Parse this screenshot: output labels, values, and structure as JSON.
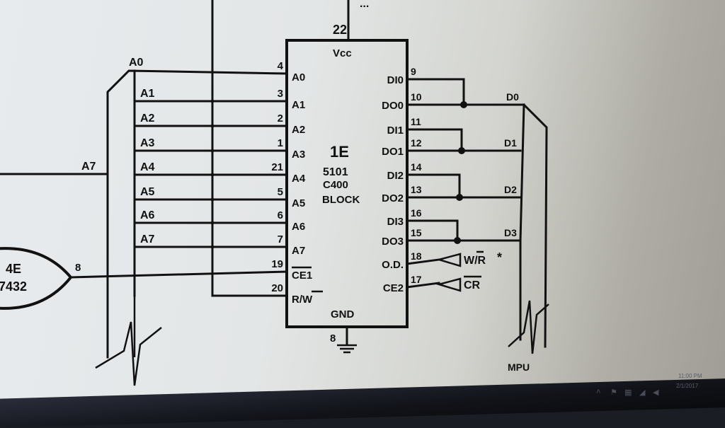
{
  "colors": {
    "ink": "#111111",
    "screen_bg": "#e5e8ea",
    "taskbar": "#12141a"
  },
  "chip": {
    "ref": "1E",
    "part": "5101",
    "block": "C400",
    "block_label": "BLOCK",
    "vcc_label": "Vcc",
    "vcc_pin": "22",
    "gnd_label": "GND",
    "gnd_pin": "8",
    "left_pins": [
      {
        "pin": "4",
        "label": "A0"
      },
      {
        "pin": "3",
        "label": "A1"
      },
      {
        "pin": "2",
        "label": "A2"
      },
      {
        "pin": "1",
        "label": "A3"
      },
      {
        "pin": "21",
        "label": "A4"
      },
      {
        "pin": "5",
        "label": "A5"
      },
      {
        "pin": "6",
        "label": "A6"
      },
      {
        "pin": "7",
        "label": "A7"
      },
      {
        "pin": "19",
        "label": "CE1"
      },
      {
        "pin": "20",
        "label": "R/W"
      }
    ],
    "right_pins": [
      {
        "pin": "9",
        "label": "DI0"
      },
      {
        "pin": "10",
        "label": "DO0"
      },
      {
        "pin": "11",
        "label": "DI1"
      },
      {
        "pin": "12",
        "label": "DO1"
      },
      {
        "pin": "14",
        "label": "DI2"
      },
      {
        "pin": "13",
        "label": "DO2"
      },
      {
        "pin": "16",
        "label": "DI3"
      },
      {
        "pin": "15",
        "label": "DO3"
      },
      {
        "pin": "18",
        "label": "O.D."
      },
      {
        "pin": "17",
        "label": "CE2"
      }
    ]
  },
  "address_bus": {
    "lines": [
      "A0",
      "A1",
      "A2",
      "A3",
      "A4",
      "A5",
      "A6",
      "A7"
    ],
    "external_label": "A7",
    "mpu_label": "MPU"
  },
  "data_bus": {
    "lines": [
      "D0",
      "D1",
      "D2",
      "D3"
    ],
    "mpu_label": "MPU"
  },
  "control_inputs": [
    {
      "label": "W/R",
      "note": "*"
    },
    {
      "label": "CR"
    }
  ],
  "gate": {
    "ref": "4E",
    "part": "7432",
    "output_pin": "8"
  },
  "top_fragment": "...",
  "taskbar": {
    "clock_time": "11:00 PM",
    "clock_date": "2/1/2017",
    "tray_icons": [
      "chevron-up-icon",
      "flag-icon",
      "keyboard-icon",
      "wifi-icon",
      "volume-icon"
    ]
  }
}
